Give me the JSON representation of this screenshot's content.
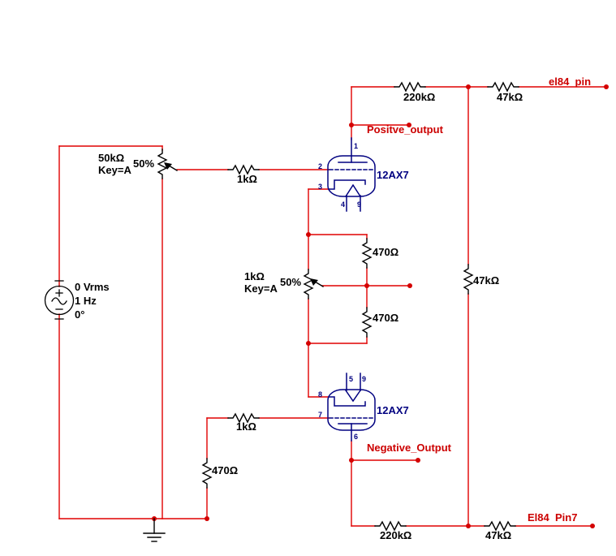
{
  "colors": {
    "background": "#ffffff",
    "wire": "#e00000",
    "net_label": "#cc0000",
    "component": "#000000",
    "tube": "#000080"
  },
  "source": {
    "rms": "0 Vrms",
    "frequency": "1 Hz",
    "phase": "0°"
  },
  "potentiometers": {
    "input": {
      "value": "50kΩ",
      "key": "Key=A",
      "percent": "50%"
    },
    "mid": {
      "value": "1kΩ",
      "key": "Key=A",
      "percent": "50%"
    }
  },
  "resistors": {
    "grid_top": "1kΩ",
    "plate_top": "220kΩ",
    "out_top": "47kΩ",
    "cathode_upper": "470Ω",
    "cathode_lower": "470Ω",
    "feedback": "47kΩ",
    "grid_bottom": "1kΩ",
    "tail": "470Ω",
    "plate_bottom": "220kΩ",
    "out_bottom": "47kΩ"
  },
  "tubes": {
    "top": {
      "label": "12AX7",
      "pin_plate": "1",
      "pin_grid": "2",
      "pin_cathode": "3",
      "pin_heater_a": "4",
      "pin_heater_b": "9"
    },
    "bottom": {
      "label": "12AX7",
      "pin_heater_a": "5",
      "pin_heater_b": "9",
      "pin_cathode": "8",
      "pin_grid": "7",
      "pin_plate": "6"
    }
  },
  "net_labels": {
    "el84_pin": "el84  pin",
    "positive_output": "Positve_output",
    "negative_output": "Negative_Output",
    "el84_pin7": "El84  Pin7"
  }
}
